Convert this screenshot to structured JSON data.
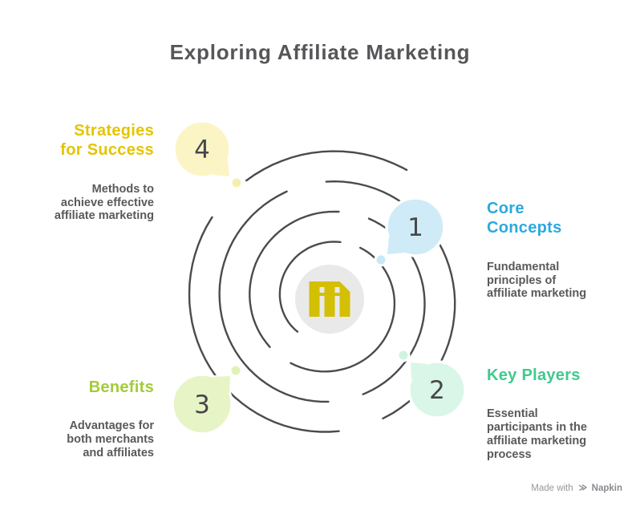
{
  "title": "Exploring Affiliate Marketing",
  "topics": [
    {
      "number": "1",
      "heading": "Core\nConcepts",
      "description": "Fundamental\nprinciples of\naffiliate marketing",
      "heading_color": "#2AA9DF",
      "bubble_color": "#CFEBF8",
      "dot_color": "#C7E8F7"
    },
    {
      "number": "2",
      "heading": "Key Players",
      "description": "Essential\nparticipants in the\naffiliate marketing\nprocess",
      "heading_color": "#41C98D",
      "bubble_color": "#D9F6E8",
      "dot_color": "#CFF3E1"
    },
    {
      "number": "3",
      "heading": "Benefits",
      "description": "Advantages for\nboth merchants\nand affiliates",
      "heading_color": "#A3CB3A",
      "bubble_color": "#E7F4C6",
      "dot_color": "#E0F2B8"
    },
    {
      "number": "4",
      "heading": "Strategies\nfor Success",
      "description": "Methods to\nachieve effective\naffiliate marketing",
      "heading_color": "#E4C402",
      "bubble_color": "#FBF5C5",
      "dot_color": "#F6EFAC"
    }
  ],
  "center": {
    "icon": "m-logo",
    "icon_color": "#D3BF04",
    "circle_color": "#E9E9E9"
  },
  "spiral_color": "#4B4B4D",
  "watermark": {
    "prefix": "Made with",
    "brand": "Napkin"
  }
}
